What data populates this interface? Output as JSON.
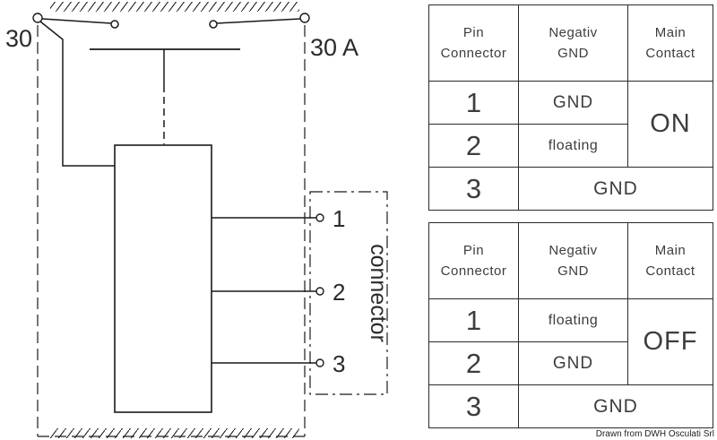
{
  "schematic": {
    "label_terminal_30": "30",
    "label_terminal_30a": "30 A",
    "pins": [
      "1",
      "2",
      "3"
    ],
    "connector_label": "connector"
  },
  "tables": [
    {
      "header": [
        {
          "line1": "Pin",
          "line2": "Connector"
        },
        {
          "line1": "Negativ",
          "line2": "GND"
        },
        {
          "line1": "Main",
          "line2": "Contact"
        }
      ],
      "rows": [
        {
          "pin": "1",
          "negativ": "GND"
        },
        {
          "pin": "2",
          "negativ": "floating"
        },
        {
          "pin": "3",
          "negativ": "GND"
        }
      ],
      "main_contact": "ON"
    },
    {
      "header": [
        {
          "line1": "Pin",
          "line2": "Connector"
        },
        {
          "line1": "Negativ",
          "line2": "GND"
        },
        {
          "line1": "Main",
          "line2": "Contact"
        }
      ],
      "rows": [
        {
          "pin": "1",
          "negativ": "floating"
        },
        {
          "pin": "2",
          "negativ": "GND"
        },
        {
          "pin": "3",
          "negativ": "GND"
        }
      ],
      "main_contact": "OFF"
    }
  ],
  "caption": "Drawn from DWH Osculati Srl",
  "colors": {
    "line": "#1a1a1a",
    "text": "#3d3d3d"
  }
}
